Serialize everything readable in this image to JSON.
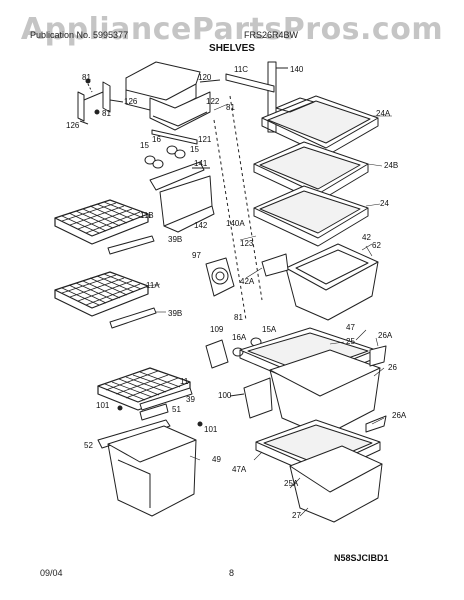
{
  "header": {
    "watermark": "AppliancePartsPros.com",
    "left_text": "Publication No. 5995377",
    "right_text": "FRS26R4BW",
    "section_title": "SHELVES"
  },
  "diagram_code": "N58SJCIBD1",
  "footer": {
    "date": "09/04",
    "page": "8"
  },
  "part_labels": {
    "p81a": "81",
    "p126a": "126",
    "p81b": "81",
    "p126b": "126",
    "p120": "120",
    "p122": "122",
    "p121": "121",
    "p16": "16",
    "p15a": "15",
    "p15b": "15",
    "p141": "141",
    "p11b": "11B",
    "p142": "142",
    "p39b_a": "39B",
    "p11c": "11C",
    "p140": "140",
    "p81c": "81",
    "p24a": "24A",
    "p24b": "24B",
    "p140a": "140A",
    "p24": "24",
    "p123": "123",
    "p42": "42",
    "p62": "62",
    "p97": "97",
    "p42a": "42A",
    "p81d": "81",
    "p11a": "11A",
    "p39b_b": "39B",
    "p109": "109",
    "p16a": "16A",
    "p15a2": "15A",
    "p47": "47",
    "p25": "25",
    "p26a_a": "26A",
    "p26": "26",
    "p100": "100",
    "p11": "11",
    "p39": "39",
    "p101a": "101",
    "p51": "51",
    "p101b": "101",
    "p52": "52",
    "p49": "49",
    "p26a_b": "26A",
    "p47a": "47A",
    "p25a": "25A",
    "p27": "27"
  }
}
